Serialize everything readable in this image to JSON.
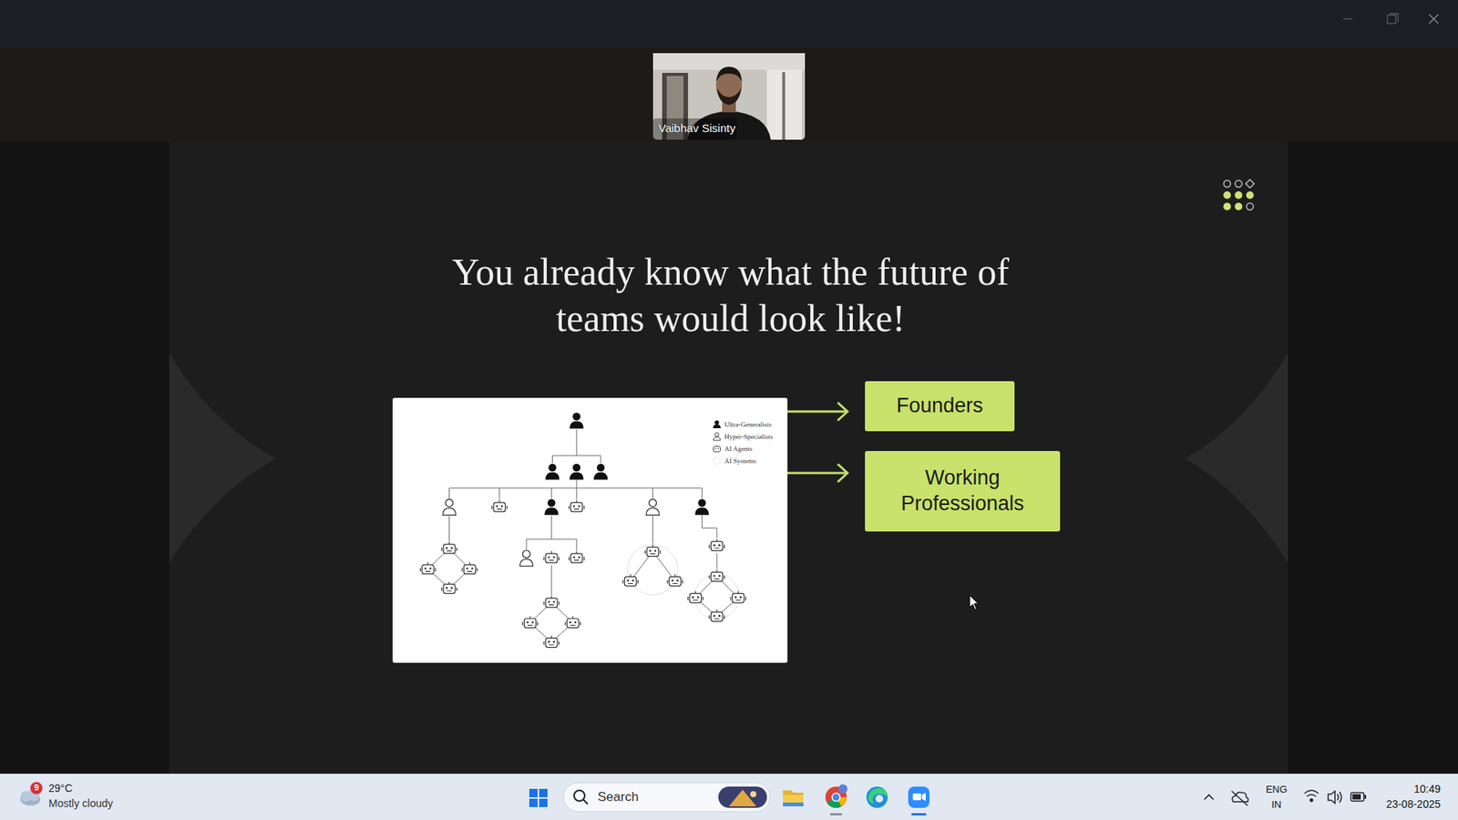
{
  "diagram": {
    "title": "You already know what the future of teams would look like!",
    "nodes": [
      {
        "text": [
          "Founders"
        ]
      },
      {
        "text": [
          "Working Professionals"
        ]
      }
    ],
    "labels": [
      "Vaibhav Sisinty",
      "9",
      "29°C",
      "Mostly cloudy",
      "Search",
      "ENG",
      "IN",
      "10:49",
      "23-08-2025"
    ],
    "legend": [
      {
        "text": "Ultra-Generalists"
      },
      {
        "text": "Hyper-Specialists"
      },
      {
        "text": "AI Agents"
      },
      {
        "text": "AI Systems"
      }
    ]
  }
}
